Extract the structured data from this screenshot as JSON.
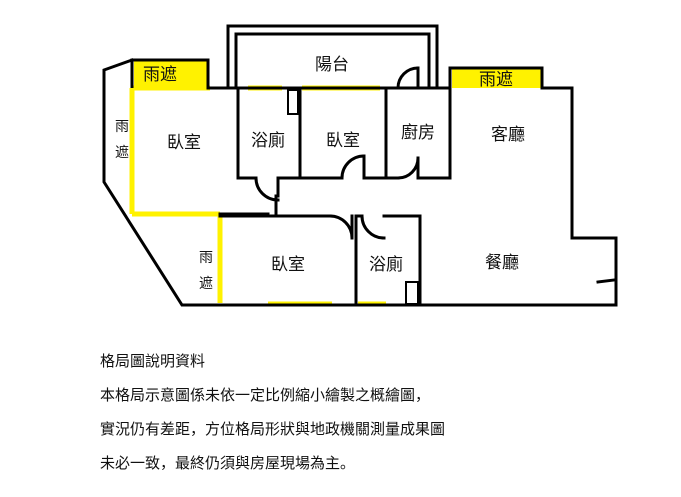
{
  "colors": {
    "wall": "#000000",
    "window": "#fff200",
    "background": "#ffffff"
  },
  "floorplan": {
    "rooms": {
      "balcony": "陽台",
      "bedroom_left": "臥室",
      "bathroom_top": "浴廁",
      "bedroom_middle": "臥室",
      "kitchen": "廚房",
      "living_room": "客廳",
      "bedroom_bottom": "臥室",
      "bathroom_bottom": "浴廁",
      "dining_room": "餐廳"
    },
    "canopies": {
      "top_left": "雨遮",
      "top_right": "雨遮",
      "left_side": [
        "雨",
        "遮"
      ],
      "bottom_left": [
        "雨",
        "遮"
      ]
    }
  },
  "notes": {
    "heading": "格局圖說明資料",
    "lines": [
      "本格局示意圖係未依一定比例縮小繪製之概繪圖，",
      "實況仍有差距，方位格局形狀與地政機關測量成果圖",
      "未必一致，最終仍須與房屋現場為主。"
    ]
  }
}
